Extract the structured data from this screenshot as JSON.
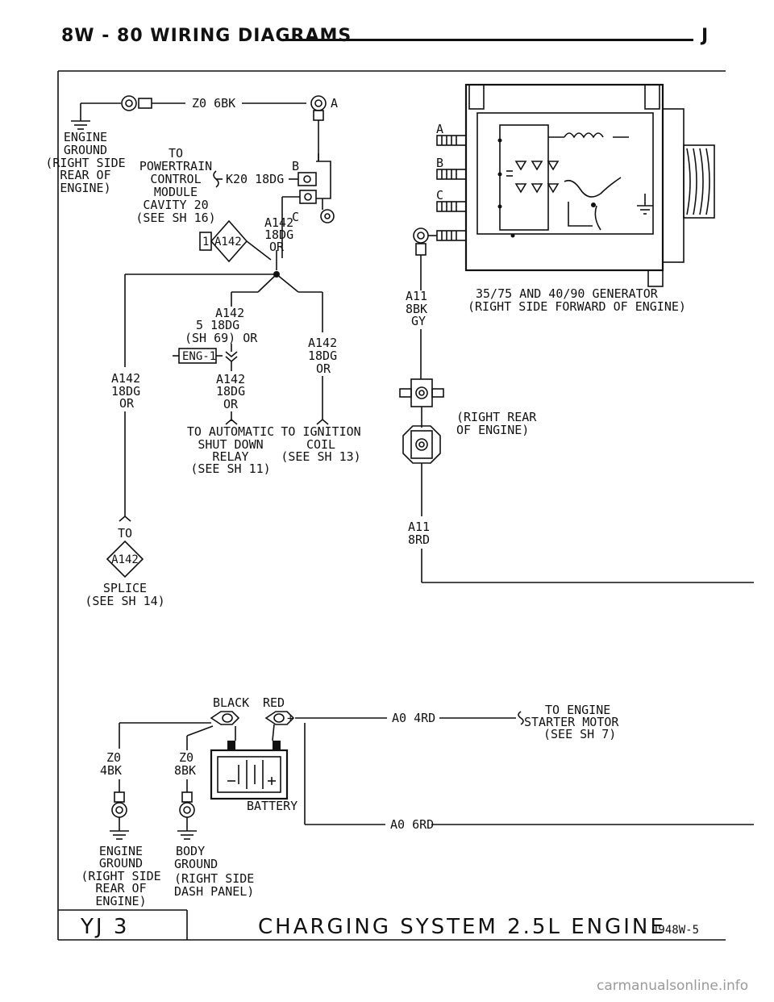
{
  "header": {
    "title": "8W - 80   WIRING DIAGRAMS",
    "letter": "J"
  },
  "ground_top": {
    "wire": "Z0 6BK",
    "lines": [
      "ENGINE",
      "GROUND",
      "(RIGHT SIDE",
      "REAR OF",
      "ENGINE)"
    ],
    "terminal": "A"
  },
  "pcm": {
    "lines": [
      "TO",
      "POWERTRAIN",
      "CONTROL",
      "MODULE",
      "CAVITY 20",
      "(SEE SH 16)"
    ],
    "wire": "K20 18DG",
    "terminal_b": "B",
    "terminal_c": "C"
  },
  "a142_main": {
    "lines": [
      "A142",
      "18DG",
      "OR"
    ],
    "diamond": "A142",
    "diamond_num": "1"
  },
  "eng1": {
    "wire_lines": [
      "A142",
      "5  18DG",
      "(SH 69) OR"
    ],
    "connector": "ENG-1",
    "out_lines": [
      "A142",
      "18DG",
      "OR"
    ]
  },
  "a142_right": [
    "A142",
    "18DG",
    "OR"
  ],
  "a142_left": [
    "A142",
    "18DG",
    "OR"
  ],
  "asd_relay": [
    "TO AUTOMATIC",
    "SHUT DOWN",
    "RELAY",
    "(SEE SH 11)"
  ],
  "ignition_coil": [
    "TO IGNITION",
    "COIL",
    "(SEE SH 13)"
  ],
  "splice": {
    "to": "TO",
    "diamond": "A142",
    "lines": [
      "SPLICE",
      "(SEE SH 14)"
    ]
  },
  "generator": {
    "terminals": [
      "A",
      "B",
      "C"
    ],
    "title_lines": [
      "35/75 AND 40/90 GENERATOR",
      "(RIGHT SIDE FORWARD OF ENGINE)"
    ],
    "out_wire": [
      "A11",
      "8BK",
      "GY"
    ],
    "connector_loc": [
      "(RIGHT REAR",
      "OF ENGINE)"
    ],
    "wire_below": [
      "A11",
      "8RD"
    ]
  },
  "battery": {
    "black": "BLACK",
    "red": "RED",
    "label": "BATTERY",
    "wire_4rd": "A0 4RD",
    "wire_6rd": "A0 6RD",
    "starter": [
      "TO ENGINE",
      "STARTER MOTOR",
      "(SEE SH 7)"
    ],
    "gnd_left_wire": [
      "Z0",
      "4BK"
    ],
    "gnd_right_wire": [
      "Z0",
      "8BK"
    ],
    "gnd_left_lines": [
      "ENGINE",
      "GROUND",
      "(RIGHT SIDE",
      "REAR OF",
      "ENGINE)"
    ],
    "gnd_right_lines": [
      "BODY",
      "GROUND",
      "(RIGHT SIDE",
      "DASH PANEL)"
    ]
  },
  "footer": {
    "model": "YJ  3",
    "system": "CHARGING SYSTEM 2.5L ENGINE",
    "code": "J948W-5"
  },
  "watermark": "carmanualsonline.info"
}
